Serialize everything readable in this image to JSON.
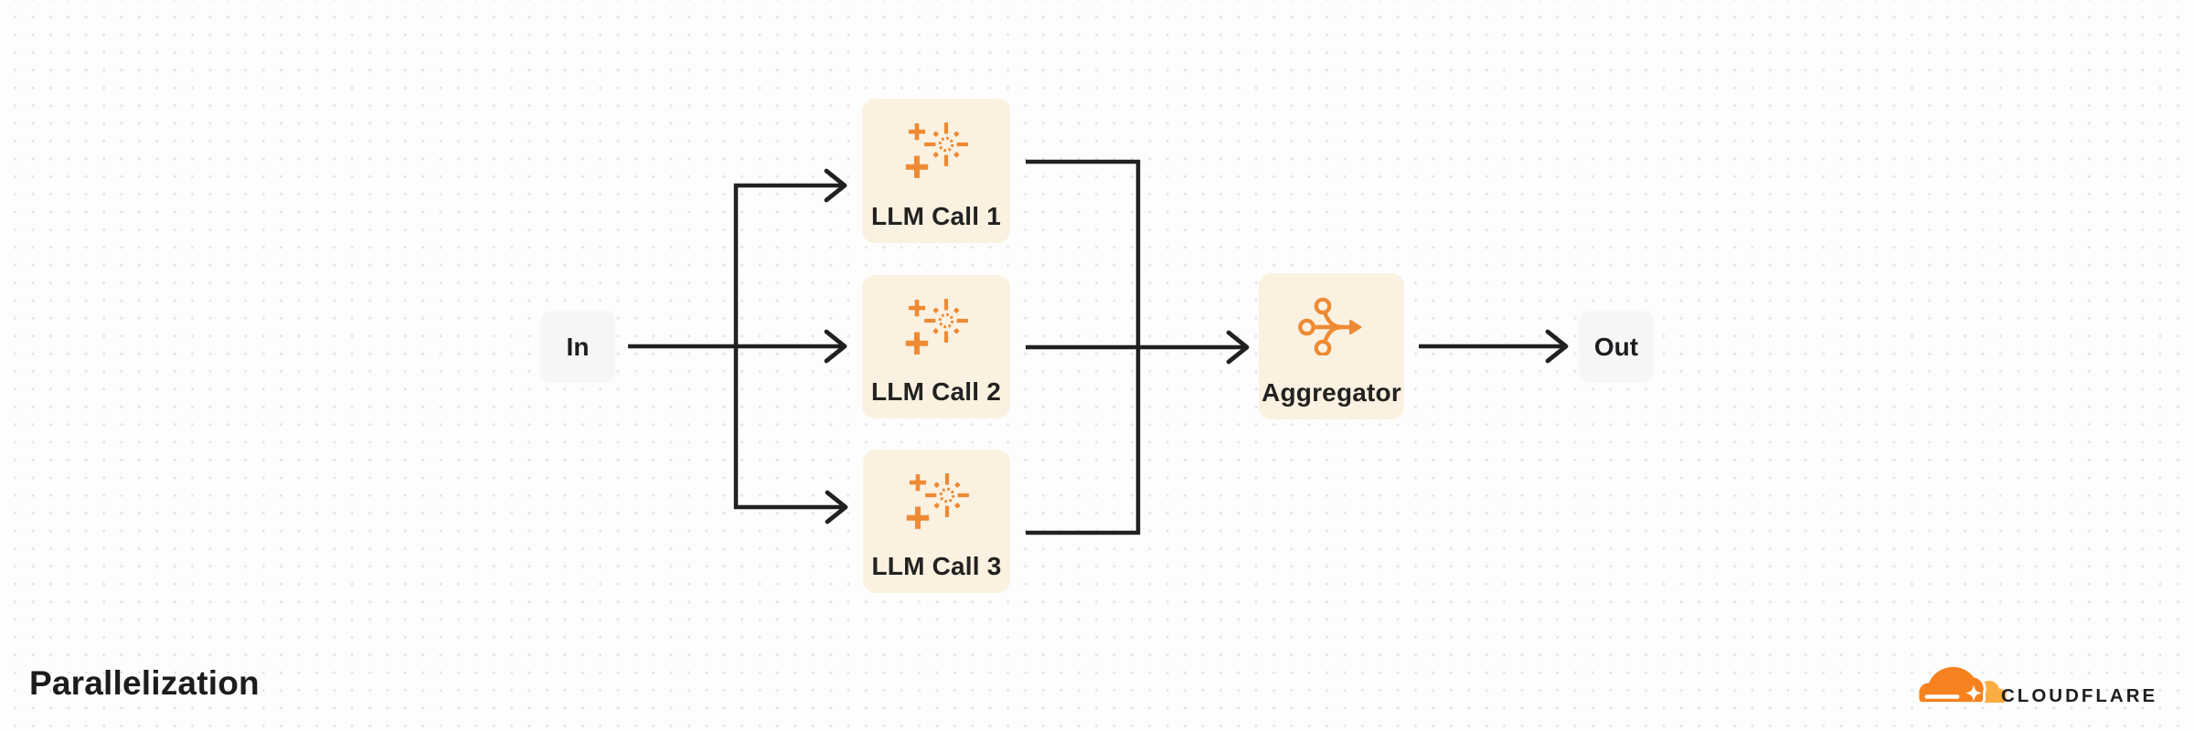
{
  "figure": {
    "title": "Parallelization",
    "brand_wordmark": "CLOUDFLARE"
  },
  "colors": {
    "page-bg": "#FDFDFD",
    "dot": "#E4E3E6",
    "line": "#211F1F",
    "card-cream": "#FBF1E1",
    "port-gray": "#F6F6F7",
    "accent": "#EE8A33",
    "cf-orange": "#F6821F",
    "cf-light": "#FBAD41",
    "text-dark": "#232220"
  },
  "nodes": {
    "in": {
      "label": "In"
    },
    "llm_calls": [
      {
        "label": "LLM Call 1"
      },
      {
        "label": "LLM Call 2"
      },
      {
        "label": "LLM Call 3"
      }
    ],
    "aggregator": {
      "label": "Aggregator"
    },
    "out": {
      "label": "Out"
    }
  },
  "icons": {
    "llm": "sparkles-icon",
    "aggregator": "merge-arrow-icon",
    "brand": "cloudflare-cloud-logo"
  }
}
